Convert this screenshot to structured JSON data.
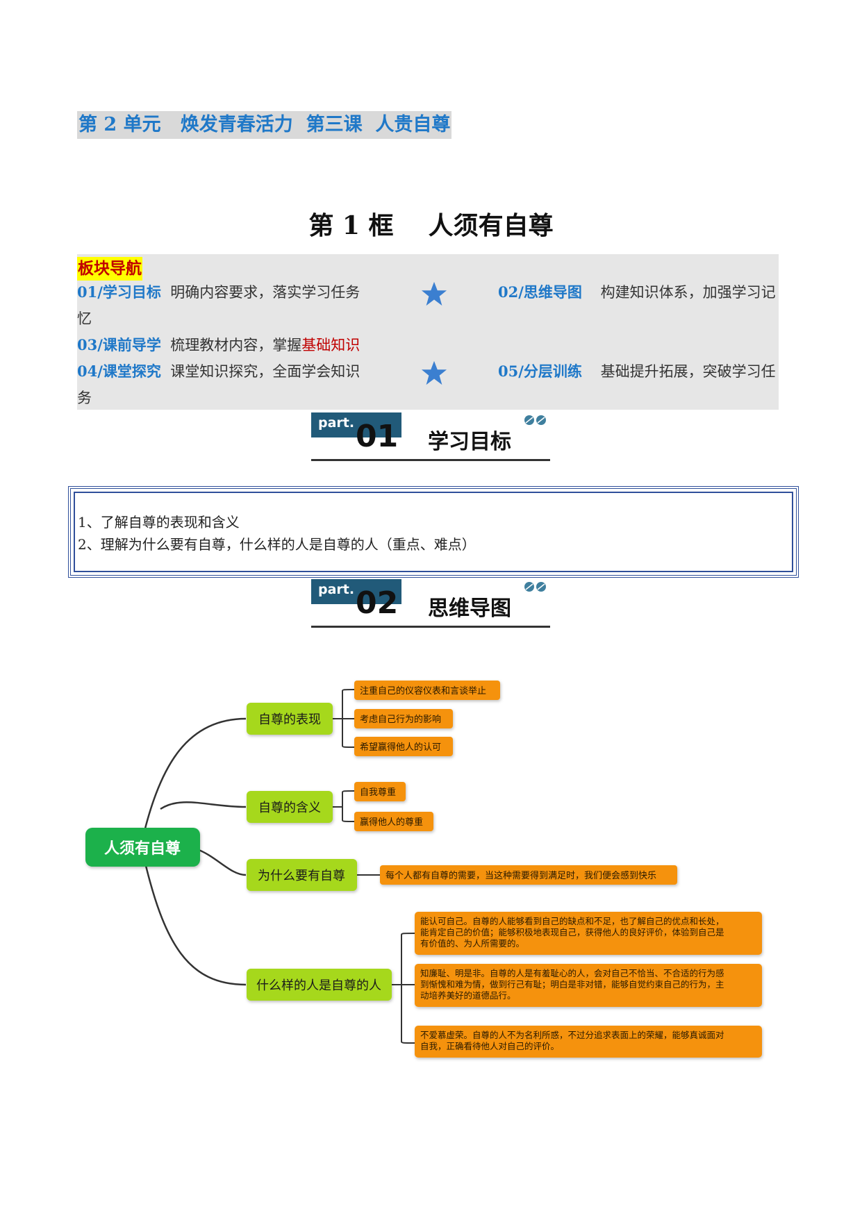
{
  "header": {
    "unit_title": "第 2 单元   焕发青春活力  第三课  人贵自尊",
    "lesson_title": "第 1 框    人须有自尊"
  },
  "nav": {
    "heading": "板块导航",
    "items": [
      {
        "code": "01/学习目标",
        "desc": "明确内容要求，落实学习任务"
      },
      {
        "code": "02/思维导图",
        "desc": "构建知识体系，加强学习记",
        "wrap": "忆"
      },
      {
        "code": "03/课前导学",
        "desc": "梳理教材内容，掌握",
        "desc_red": "基础知识"
      },
      {
        "code": "04/课堂探究",
        "desc": "课堂知识探究，全面学会知识"
      },
      {
        "code": "05/分层训练",
        "desc": "基础提升拓展，突破学习任",
        "wrap": "务"
      }
    ],
    "star_color": "#3b7fd0"
  },
  "part1": {
    "tag": "part.",
    "num": "01",
    "label": "学习目标"
  },
  "part2": {
    "tag": "part.",
    "num": "02",
    "label": "思维导图"
  },
  "goals": [
    "1、了解自尊的表现和含义",
    "2、理解为什么要有自尊，什么样的人是自尊的人（重点、难点）"
  ],
  "mindmap": {
    "root": "人须有自尊",
    "branches": [
      {
        "label": "自尊的表现",
        "leaves": [
          "注重自己的仪容仪表和言谈举止",
          "考虑自己行为的影响",
          "希望赢得他人的认可"
        ]
      },
      {
        "label": "自尊的含义",
        "leaves": [
          "自我尊重",
          "赢得他人的尊重"
        ]
      },
      {
        "label": "为什么要有自尊",
        "leaves": [
          "每个人都有自尊的需要，当这种需要得到满足时，我们便会感到快乐"
        ]
      },
      {
        "label": "什么样的人是自尊的人",
        "leaves": [
          [
            "能认可自己。自尊的人能够看到自己的缺点和不足，也了解自己的优点和长处，",
            "能肯定自己的价值；能够积极地表现自己，获得他人的良好评价，体验到自己是",
            "有价值的、为人所需要的。"
          ],
          [
            "知廉耻、明是非。自尊的人是有羞耻心的人，会对自己不恰当、不合适的行为感",
            "到惭愧和难为情，做到行己有耻；明白是非对错，能够自觉约束自己的行为，主",
            "动培养美好的道德品行。"
          ],
          [
            "不爱慕虚荣。自尊的人不为名利所惑，不过分追求表面上的荣耀，能够真诚面对",
            "自我，正确看待他人对自己的评价。"
          ]
        ]
      }
    ],
    "colors": {
      "root": "#1bb14c",
      "branch": "#a6d81c",
      "leaf": "#f5920f",
      "line": "#333333"
    }
  }
}
